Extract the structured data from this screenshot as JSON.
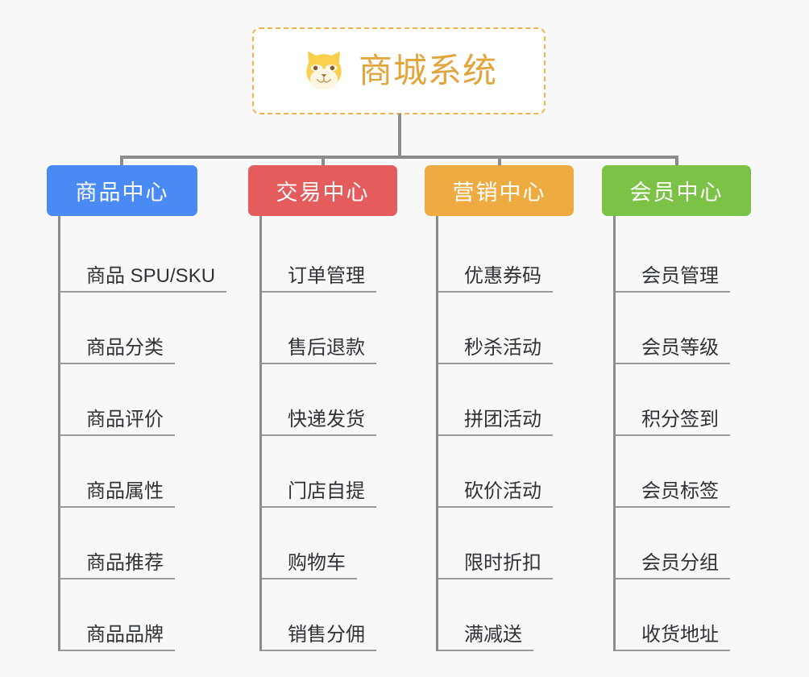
{
  "page": {
    "background_color": "#f8f8f8",
    "type": "mindmap"
  },
  "root": {
    "title": "商城系统",
    "icon": "shiba-dog-icon",
    "border_color": "#f2b34c",
    "text_color": "#e2a53c",
    "background_color": "#ffffff"
  },
  "connector_color": "#8c8c8c",
  "branches": [
    {
      "label": "商品中心",
      "color": "#4a8af4",
      "items": [
        "商品 SPU/SKU",
        "商品分类",
        "商品评价",
        "商品属性",
        "商品推荐",
        "商品品牌"
      ]
    },
    {
      "label": "交易中心",
      "color": "#e45c5c",
      "items": [
        "订单管理",
        "售后退款",
        "快递发货",
        "门店自提",
        "购物车",
        "销售分佣"
      ]
    },
    {
      "label": "营销中心",
      "color": "#eeab42",
      "items": [
        "优惠券码",
        "秒杀活动",
        "拼团活动",
        "砍价活动",
        "限时折扣",
        "满减送"
      ]
    },
    {
      "label": "会员中心",
      "color": "#7cc246",
      "items": [
        "会员管理",
        "会员等级",
        "积分签到",
        "会员标签",
        "会员分组",
        "收货地址"
      ]
    }
  ]
}
